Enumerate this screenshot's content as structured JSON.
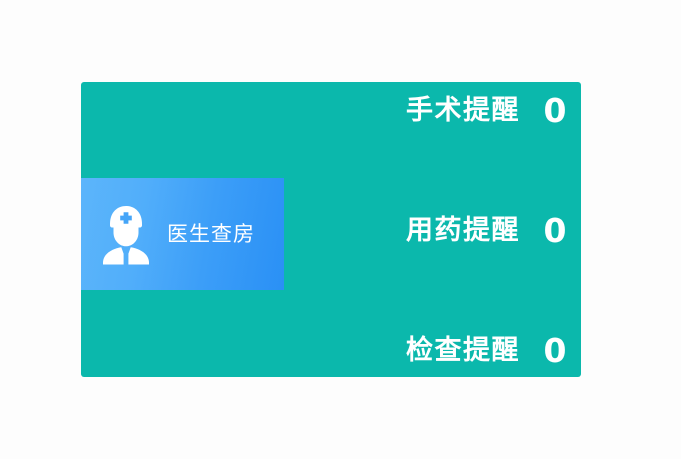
{
  "page": {
    "background_color": "#fdfdfd"
  },
  "panel": {
    "background_color": "#0bb8ac"
  },
  "doctor_tile": {
    "label": "医生查房",
    "icon": "doctor-avatar-icon",
    "gradient_from": "#5cb5fb",
    "gradient_to": "#2a90f5",
    "icon_color": "#ffffff"
  },
  "reminders": {
    "text_color": "#ffffff",
    "items": [
      {
        "label": "手术提醒",
        "value": "0"
      },
      {
        "label": "用药提醒",
        "value": "0"
      },
      {
        "label": "检查提醒",
        "value": "0"
      }
    ]
  }
}
